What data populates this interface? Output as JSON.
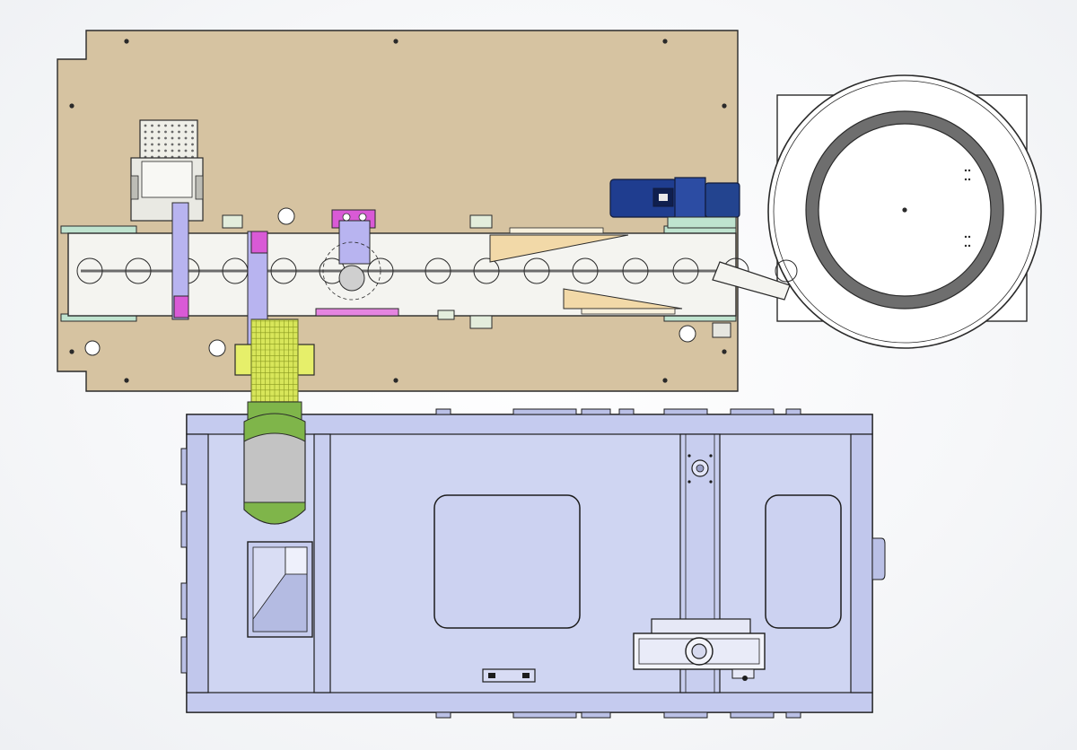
{
  "view": {
    "description_label": "",
    "style": "cad-top-view"
  },
  "colors": {
    "baseplate": "#d6c3a1",
    "frame": "#cfd5f2",
    "frame_dark": "#b9c0e6",
    "outline": "#1d1d1d",
    "conveyor": "#f4f4f0",
    "magenta": "#d95ad6",
    "lavender": "#b8b4f0",
    "motor_blue": "#1f3d8f",
    "green_body": "#7fb54a",
    "yellow_mesh": "#e6ef6a",
    "peach": "#f2d9a8",
    "mint": "#bfe3cf",
    "bowl_ring": "#6e6e6e"
  },
  "components": [
    "baseplate",
    "conveyor-track",
    "indexing-holes",
    "vibratory-bowl-feeder",
    "drive-motor",
    "magazine-feeder",
    "transfer-chute",
    "machine-frame",
    "access-window-left",
    "access-window-right",
    "hopper",
    "control-box"
  ]
}
